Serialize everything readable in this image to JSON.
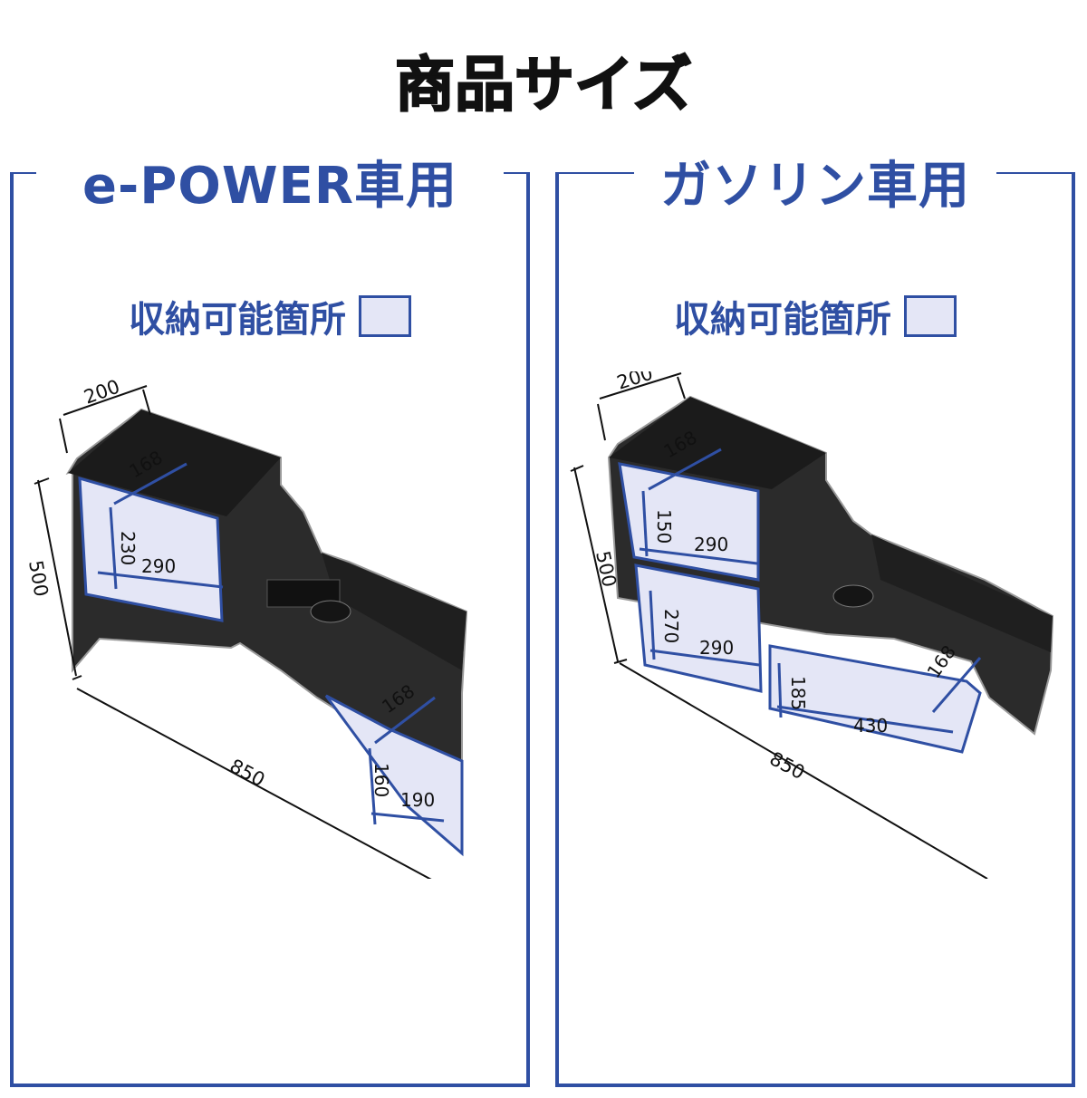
{
  "title": "商品サイズ",
  "legend_label": "収納可能箇所",
  "colors": {
    "frame": "#2f4fa3",
    "storage_fill": "#e4e6f6",
    "console_body": "#2b2b2b",
    "arrow": "#2f4fa3"
  },
  "left": {
    "heading": "e-POWER車用",
    "dims": {
      "width_top": "200",
      "height": "500",
      "length": "850",
      "lid_depth": "168",
      "front_box_h": "230",
      "front_box_w": "290",
      "rear_depth": "168",
      "rear_box_h": "160",
      "rear_box_w": "190"
    }
  },
  "right": {
    "heading": "ガソリン車用",
    "dims": {
      "width_top": "200",
      "height": "500",
      "length": "850",
      "lid_depth": "168",
      "upper_box_h": "150",
      "upper_box_w": "290",
      "lower_box_h": "270",
      "lower_box_w": "290",
      "side_box_h": "185",
      "side_box_w": "430",
      "rear_depth": "168"
    }
  }
}
